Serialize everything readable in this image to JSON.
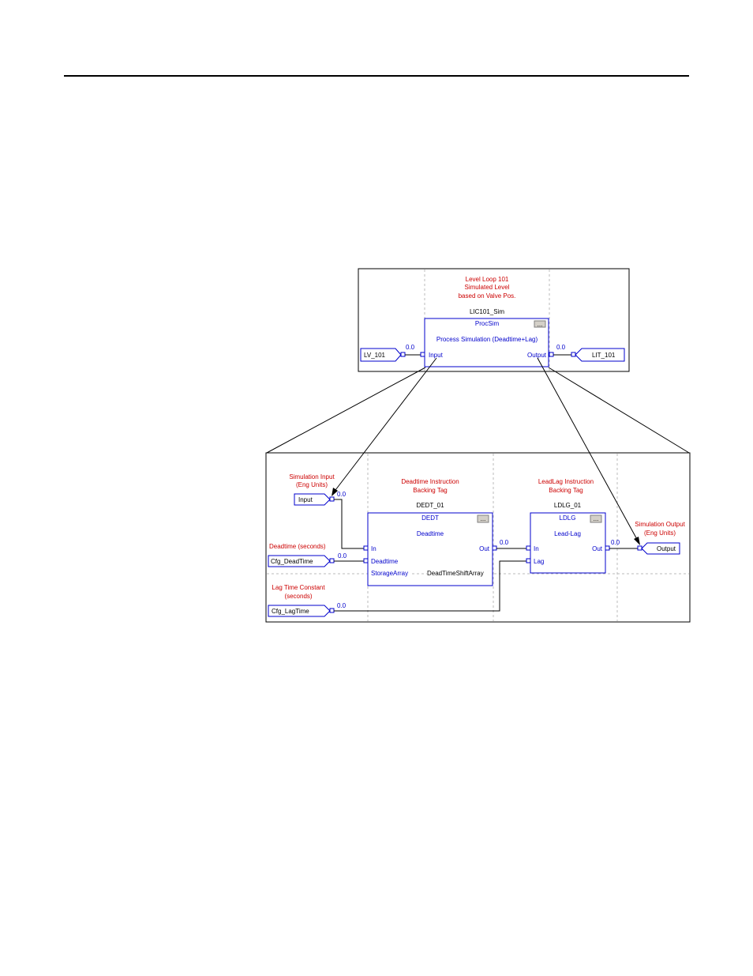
{
  "top_diagram": {
    "comment_lines": [
      "Level Loop 101",
      "Simulated Level",
      "based on Valve Pos."
    ],
    "instance_name": "LIC101_Sim",
    "block_type": "ProcSim",
    "block_desc": "Process Simulation (Deadtime+Lag)",
    "input_pin": "Input",
    "output_pin": "Output",
    "input_ref": "LV_101",
    "output_ref": "LIT_101",
    "input_value": "0.0",
    "output_value": "0.0",
    "ellipsis": "..."
  },
  "bottom_diagram": {
    "sim_input_comment": [
      "Simulation Input",
      "(Eng Units)"
    ],
    "sim_input_ref": "Input",
    "sim_input_value": "0.0",
    "deadtime_comment": [
      "Deadtime Instruction",
      "Backing Tag"
    ],
    "leadlag_comment": [
      "LeadLag Instruction",
      "Backing Tag"
    ],
    "sim_output_comment": [
      "Simulation Output",
      "(Eng Units)"
    ],
    "sim_output_ref": "Output",
    "deadtime_sec_comment": "Deadtime (seconds)",
    "deadtime_ref": "Cfg_DeadTime",
    "deadtime_value": "0.0",
    "lag_comment": [
      "Lag Time Constant",
      "(seconds)"
    ],
    "lag_ref": "Cfg_LagTime",
    "lag_value": "0.0",
    "dedt": {
      "instance_name": "DEDT_01",
      "type": "DEDT",
      "desc": "Deadtime",
      "pin_in": "In",
      "pin_deadtime": "Deadtime",
      "pin_storage": "StorageArray",
      "storage_ref": "DeadTimeShiftArray",
      "pin_out": "Out",
      "out_value": "0.0"
    },
    "ldlg": {
      "instance_name": "LDLG_01",
      "type": "LDLG",
      "desc": "Lead-Lag",
      "pin_in": "In",
      "pin_lag": "Lag",
      "pin_out": "Out",
      "out_value": "0.0"
    },
    "ellipsis": "..."
  }
}
